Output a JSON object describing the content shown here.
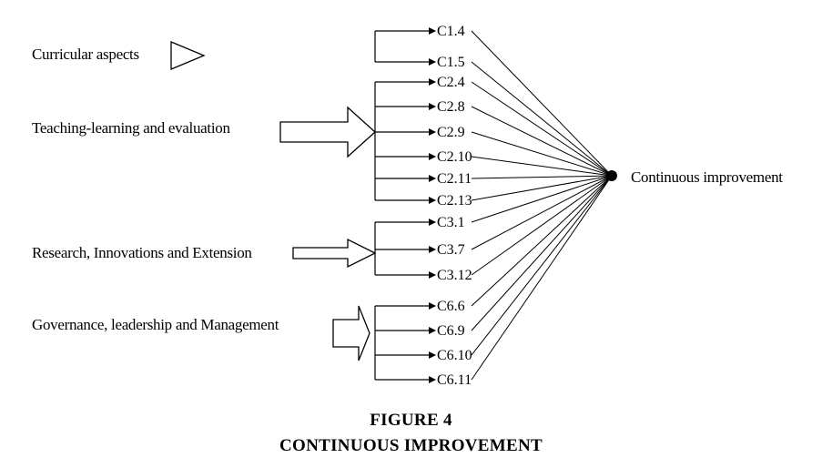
{
  "figure": {
    "number_label": "FIGURE 4",
    "title": "CONTINUOUS IMPROVEMENT"
  },
  "diagram": {
    "target": "Continuous improvement",
    "groups": [
      {
        "name": "Curricular aspects",
        "criteria": [
          "C1.4",
          "C1.5"
        ]
      },
      {
        "name": "Teaching-learning and evaluation",
        "criteria": [
          "C2.4",
          "C2.8",
          "C2.9",
          "C2.10",
          "C2.11",
          "C2.13"
        ]
      },
      {
        "name": "Research, Innovations and Extension",
        "criteria": [
          "C3.1",
          "C3.7",
          "C3.12"
        ]
      },
      {
        "name": "Governance, leadership and Management",
        "criteria": [
          "C6.6",
          "C6.9",
          "C6.10",
          "C6.11"
        ]
      }
    ]
  }
}
